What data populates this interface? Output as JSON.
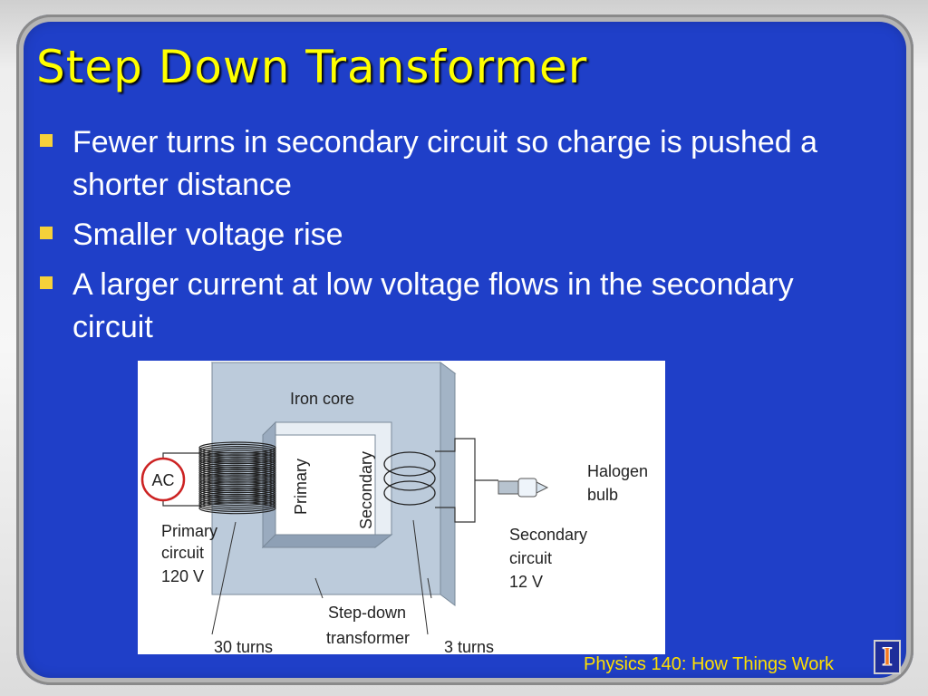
{
  "slide": {
    "title": "Step Down Transformer",
    "bullets": [
      "Fewer turns in secondary circuit so charge is pushed a shorter distance",
      "Smaller voltage rise",
      "A larger current at low voltage flows in the secondary circuit"
    ]
  },
  "diagram": {
    "iron_core_label": "Iron core",
    "source_label": "AC",
    "primary_coil_label": "Primary",
    "secondary_coil_label": "Secondary",
    "bulb_label_line1": "Halogen",
    "bulb_label_line2": "bulb",
    "primary_circuit_line1": "Primary",
    "primary_circuit_line2": "circuit",
    "primary_circuit_line3": "120 V",
    "secondary_circuit_line1": "Secondary",
    "secondary_circuit_line2": "circuit",
    "secondary_circuit_line3": "12 V",
    "transformer_line1": "Step-down",
    "transformer_line2": "transformer",
    "primary_turns_label": "30 turns",
    "secondary_turns_label": "3 turns"
  },
  "footer": {
    "course": "Physics 140: How Things Work",
    "logo_letter": "I"
  },
  "colors": {
    "background": "#1f3fc8",
    "title": "#ffff00",
    "bullet_marker": "#f5d13a",
    "footer": "#ffe000",
    "ac_circle": "#cc2222",
    "core_front": "#bccbdb",
    "core_side": "#a3b4c6"
  }
}
